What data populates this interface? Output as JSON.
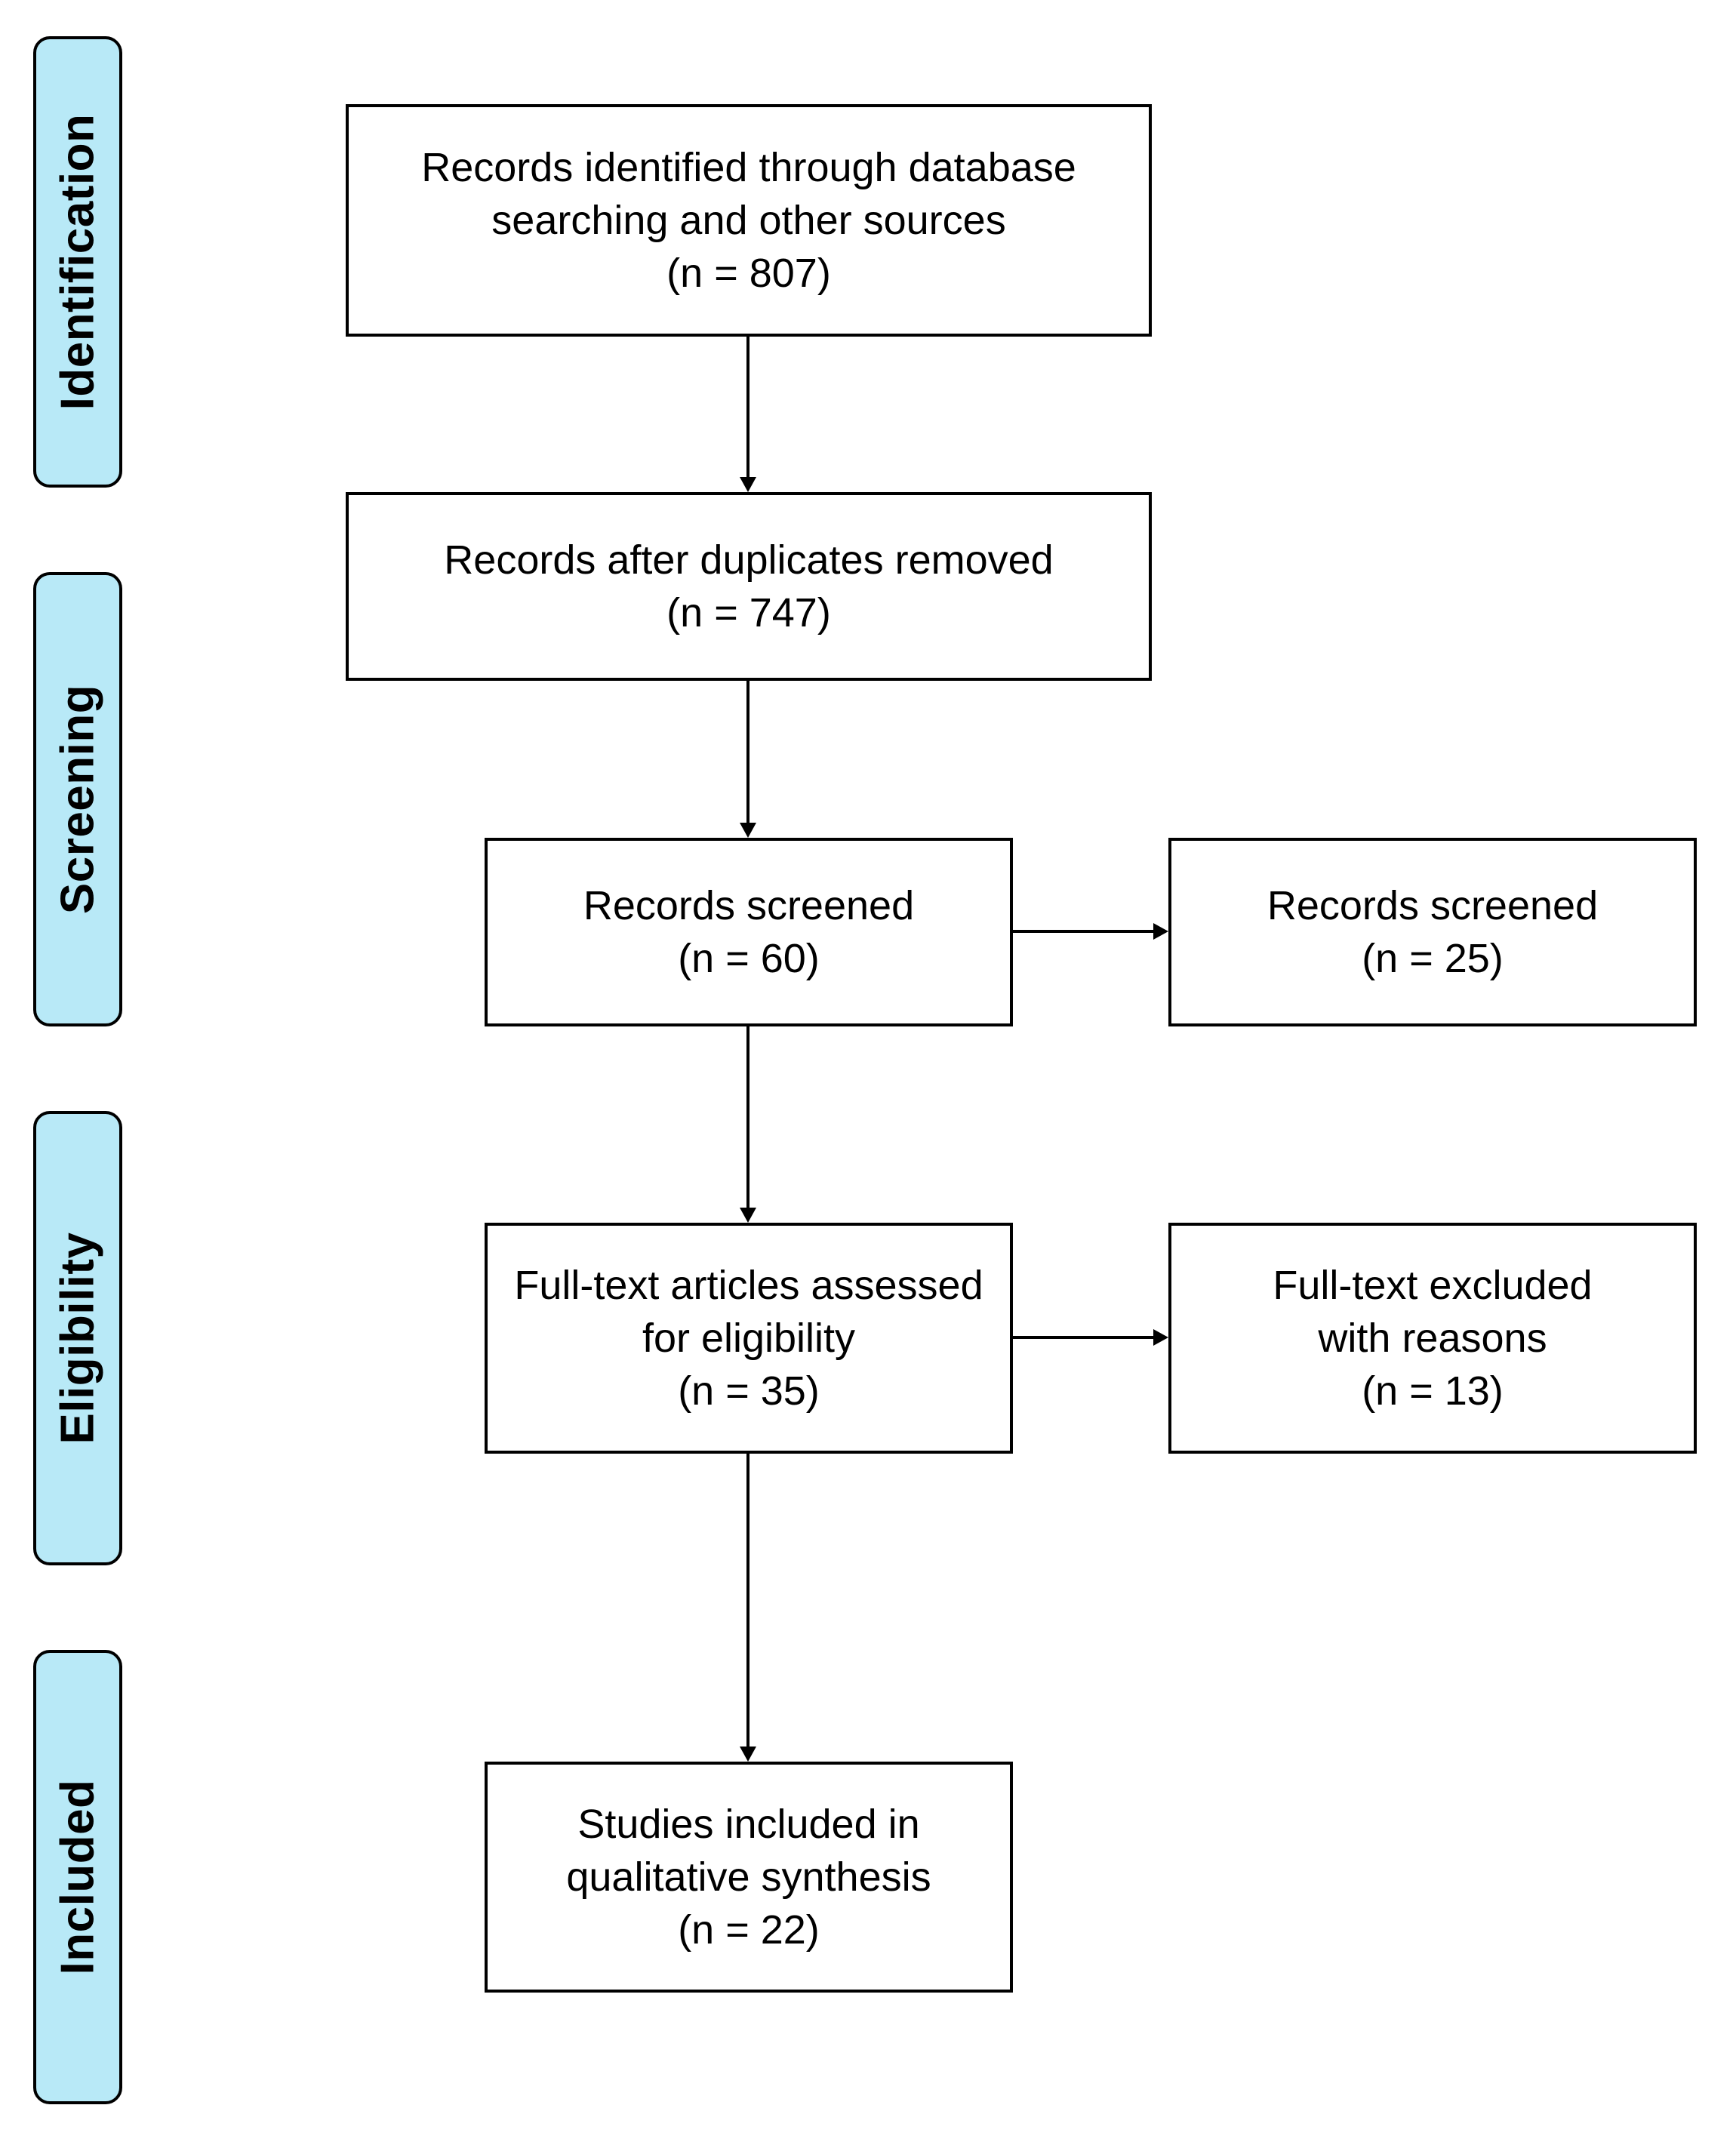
{
  "phases": {
    "identification": "Identification",
    "screening": "Screening",
    "eligibility": "Eligibility",
    "included": "Included"
  },
  "boxes": {
    "identified": {
      "line1": "Records identified through database",
      "line2": "searching and other sources",
      "count": "(n = 807)"
    },
    "duplicates_removed": {
      "line1": "Records after duplicates removed",
      "count": "(n = 747)"
    },
    "screened": {
      "line1": "Records screened",
      "count": "(n = 60)"
    },
    "screened_excluded": {
      "line1": "Records screened",
      "count": "(n = 25)"
    },
    "fulltext_assessed": {
      "line1": "Full-text articles assessed",
      "line2": "for eligibility",
      "count": "(n = 35)"
    },
    "fulltext_excluded": {
      "line1": "Full-text excluded",
      "line2": "with reasons",
      "count": "(n = 13)"
    },
    "included": {
      "line1": "Studies included in",
      "line2": "qualitative synthesis",
      "count": "(n = 22)"
    }
  },
  "colors": {
    "phase_fill": "#b8e9f7",
    "stroke": "#000000",
    "box_fill": "#ffffff"
  }
}
